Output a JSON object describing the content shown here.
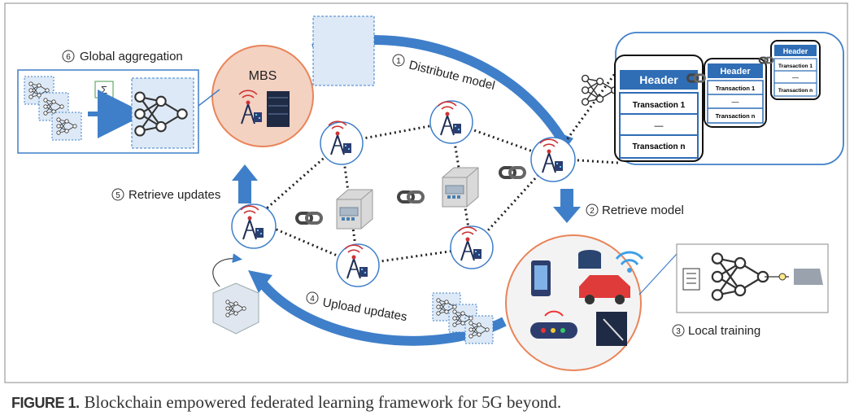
{
  "diagram": {
    "mbs_label": "MBS",
    "sum_symbol": "Σ",
    "steps": [
      {
        "num": "1",
        "label": "Distribute model"
      },
      {
        "num": "2",
        "label": "Retrieve model"
      },
      {
        "num": "3",
        "label": "Local training"
      },
      {
        "num": "4",
        "label": "Upload updates"
      },
      {
        "num": "5",
        "label": "Retrieve updates"
      },
      {
        "num": "6",
        "label": "Global aggregation"
      }
    ],
    "blocks": [
      {
        "header": "Header",
        "tx_first": "Transaction 1",
        "tx_dash": "—",
        "tx_last": "Transaction n"
      },
      {
        "header": "Header",
        "tx_first": "Transaction 1",
        "tx_dash": "—",
        "tx_last": "Transaction n"
      },
      {
        "header": "Header",
        "tx_first": "Transaction 1",
        "tx_dash": "—",
        "tx_last": "Transaction n"
      }
    ]
  },
  "caption": {
    "figure_label": "FIGURE 1.",
    "text": "Blockchain empowered federated learning framework for 5G beyond."
  },
  "colors": {
    "accent_blue": "#3f7fc9",
    "header_blue": "#2f6db5",
    "mbs_orange": "#e9845a",
    "panel_light_blue": "#dde9f6"
  }
}
